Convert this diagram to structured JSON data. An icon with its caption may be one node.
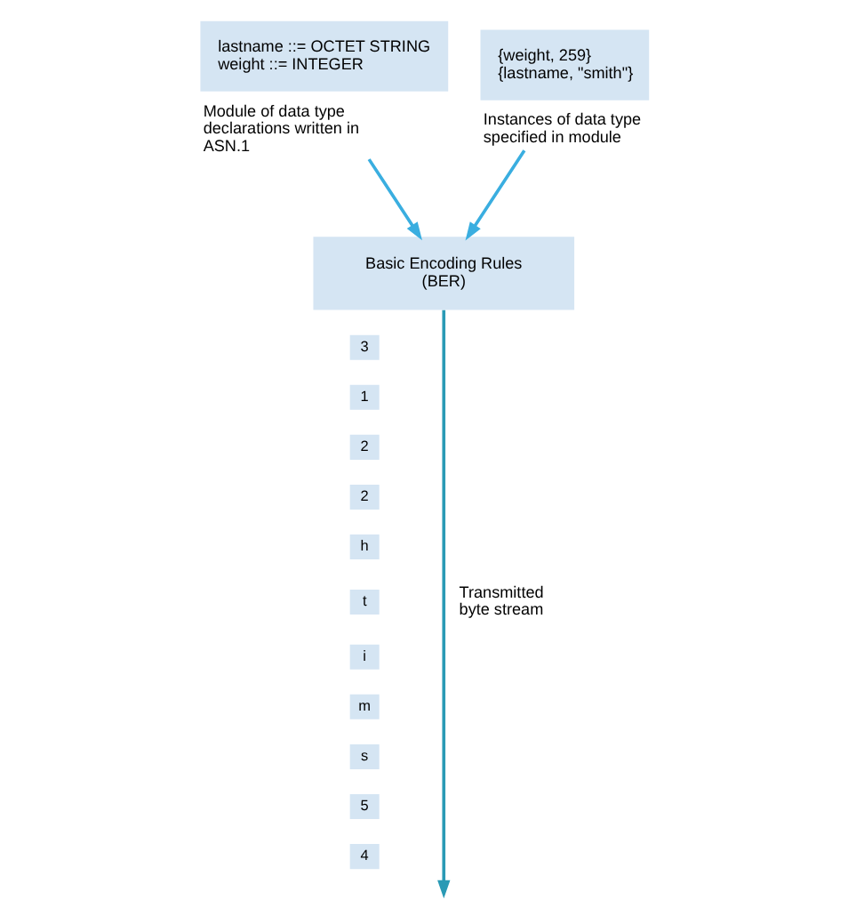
{
  "diagram": {
    "nodes": [
      {
        "text": [
          "lastname ::= OCTET STRING",
          "weight ::= INTEGER"
        ],
        "beside": [
          "Module of data type declarations written in ASN.1"
        ]
      },
      {
        "text": [
          "{weight, 259}",
          "{lastname, \"smith\"}"
        ],
        "beside": [
          "Instances of data type specified in module"
        ]
      },
      {
        "text": [
          "Basic Encoding Rules (BER)"
        ]
      },
      {
        "text": [
          "3"
        ]
      },
      {
        "text": [
          "1"
        ]
      },
      {
        "text": [
          "2"
        ]
      },
      {
        "text": [
          "2"
        ]
      },
      {
        "text": [
          "h"
        ]
      },
      {
        "text": [
          "t"
        ]
      },
      {
        "text": [
          "i"
        ]
      },
      {
        "text": [
          "m"
        ]
      },
      {
        "text": [
          "s"
        ]
      },
      {
        "text": [
          "5"
        ]
      },
      {
        "text": [
          "4"
        ]
      }
    ],
    "edges": [
      {
        "from": 0,
        "to": 2,
        "arrow": "to"
      },
      {
        "from": 1,
        "to": 2,
        "arrow": "to"
      },
      {
        "from": 2,
        "to": null,
        "arrow": "to",
        "label": "Transmitted byte stream",
        "color": "#2a9ab5"
      }
    ]
  }
}
